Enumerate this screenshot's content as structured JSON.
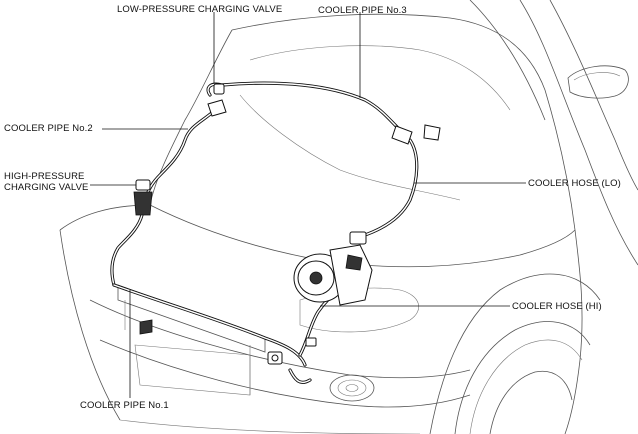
{
  "labels": {
    "low_pressure_charging_valve": "LOW-PRESSURE CHARGING VALVE",
    "cooler_pipe_no3": "COOLER PIPE No.3",
    "cooler_pipe_no2": "COOLER PIPE No.2",
    "high_pressure_line1": "HIGH-PRESSURE",
    "high_pressure_line2": "CHARGING VALVE",
    "cooler_hose_lo": "COOLER HOSE (LO)",
    "cooler_hose_hi": "COOLER HOSE (HI)",
    "cooler_pipe_no1": "COOLER PIPE No.1"
  }
}
